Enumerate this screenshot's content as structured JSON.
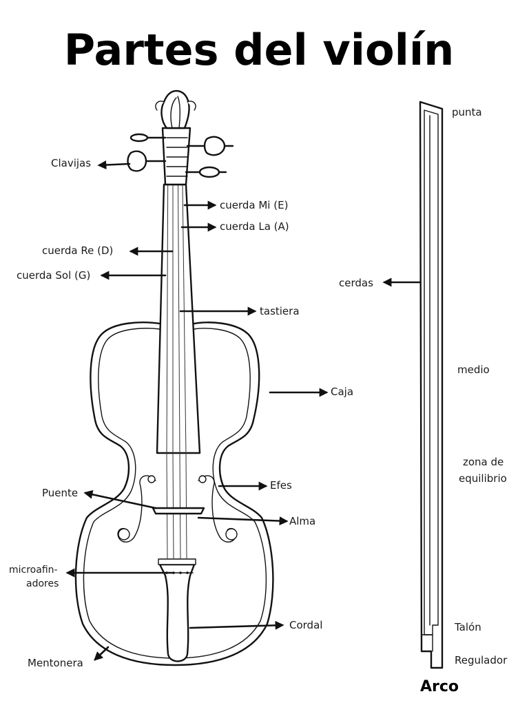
{
  "title": "Partes del violín",
  "violin_labels": {
    "clavijas": "Clavijas",
    "cuerda_mi": "cuerda Mi (E)",
    "cuerda_la": "cuerda La (A)",
    "cuerda_re": "cuerda Re (D)",
    "cuerda_sol": "cuerda Sol (G)",
    "tastiera": "tastiera",
    "caja": "Caja",
    "efes": "Efes",
    "puente": "Puente",
    "alma": "Alma",
    "microafinadores_line1": "microafin-",
    "microafinadores_line2": "adores",
    "cordal": "Cordal",
    "mentonera": "Mentonera"
  },
  "bow_labels": {
    "punta": "punta",
    "cerdas": "cerdas",
    "medio": "medio",
    "zona_line1": "zona de",
    "zona_line2": "equilibrio",
    "talon": "Talón",
    "regulador": "Regulador"
  },
  "bow_caption": "Arco"
}
